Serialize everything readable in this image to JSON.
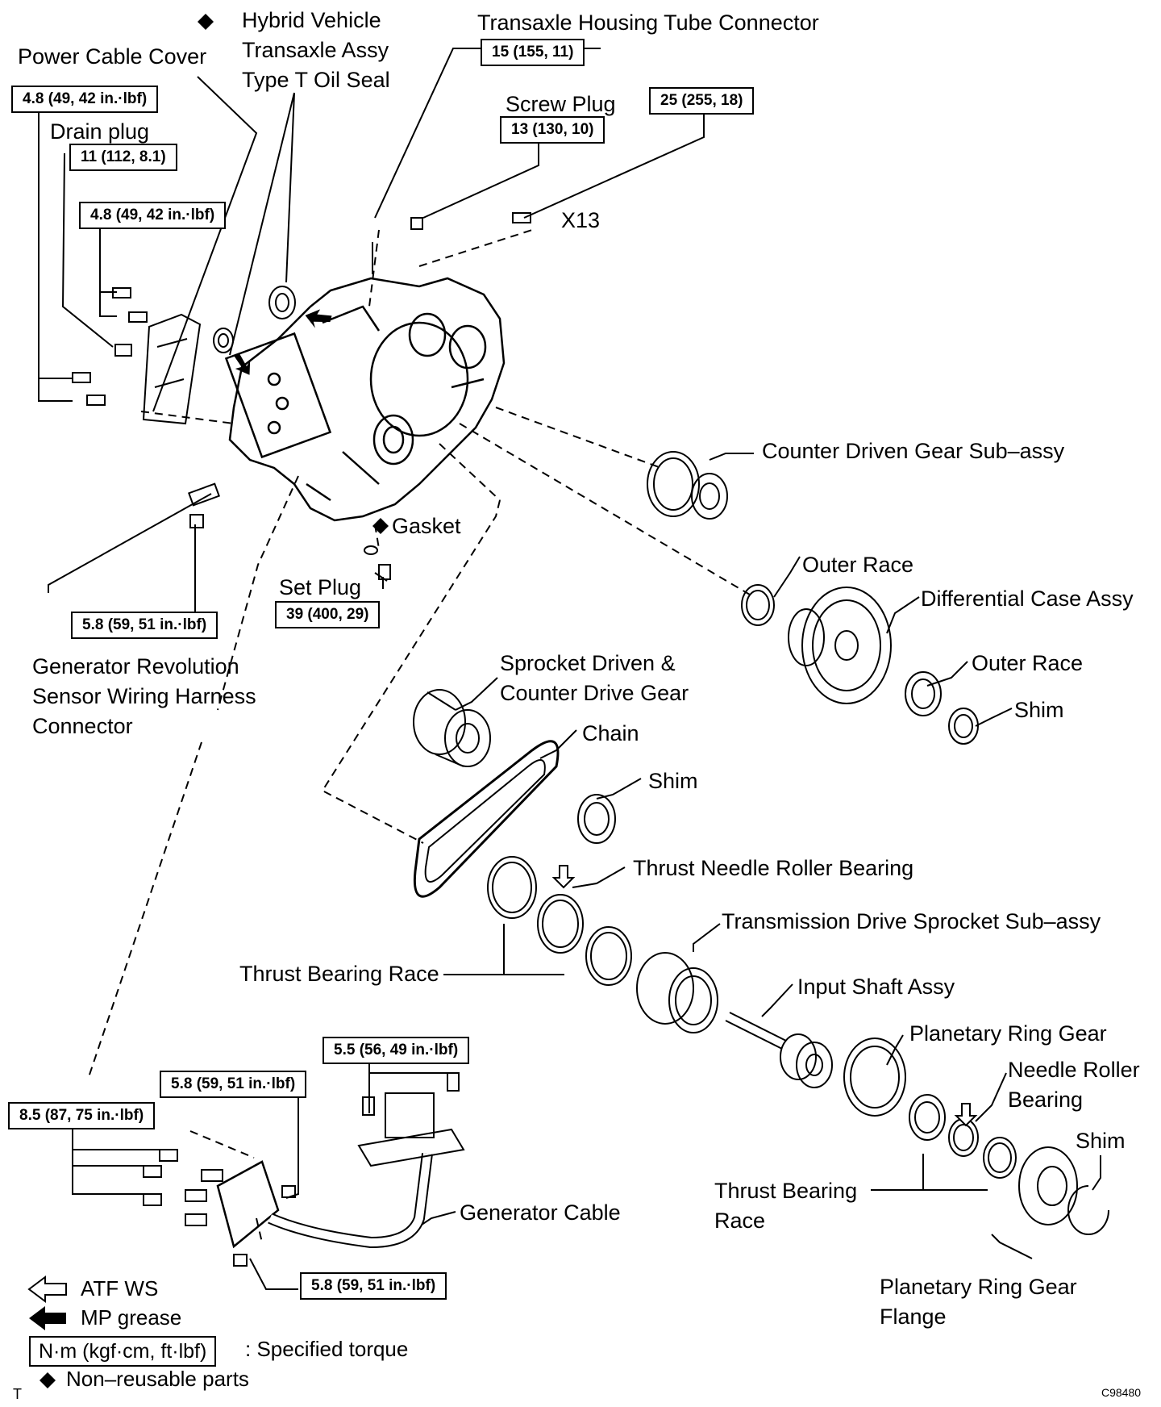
{
  "labels": {
    "transaxle_housing_tube_connector": "Transaxle Housing Tube Connector",
    "hybrid_seal_1": "Hybrid Vehicle",
    "hybrid_seal_2": "Transaxle Assy",
    "hybrid_seal_3": "Type T Oil Seal",
    "power_cable_cover": "Power Cable Cover",
    "drain_plug": "Drain plug",
    "screw_plug": "Screw Plug",
    "x13": "X13",
    "counter_driven_gear": "Counter Driven Gear Sub–assy",
    "gasket": "Gasket",
    "set_plug": "Set Plug",
    "outer_race_1": "Outer Race",
    "differential_case": "Differential Case Assy",
    "outer_race_2": "Outer Race",
    "shim_1": "Shim",
    "gen_rev_1": "Generator Revolution",
    "gen_rev_2": "Sensor Wiring Harness",
    "gen_rev_3": "Connector",
    "sprocket_driven_1": "Sprocket Driven &",
    "sprocket_driven_2": "Counter Drive Gear",
    "chain": "Chain",
    "shim_2": "Shim",
    "thrust_needle": "Thrust Needle Roller Bearing",
    "transmission_drive": "Transmission Drive Sprocket Sub–assy",
    "thrust_bearing_race_1": "Thrust Bearing Race",
    "input_shaft": "Input Shaft Assy",
    "planetary_ring_gear": "Planetary Ring Gear",
    "needle_roller_1": "Needle Roller",
    "needle_roller_2": "Bearing",
    "shim_3": "Shim",
    "thrust_bearing_race_2a": "Thrust Bearing",
    "thrust_bearing_race_2b": "Race",
    "generator_cable": "Generator Cable",
    "ring_gear_flange_1": "Planetary Ring Gear",
    "ring_gear_flange_2": "Flange"
  },
  "torques": {
    "t_15": "15 (155, 11)",
    "t_4_8_a": "4.8 (49, 42 in.·lbf)",
    "t_11": "11 (112, 8.1)",
    "t_4_8_b": "4.8 (49, 42 in.·lbf)",
    "t_13": "13 (130, 10)",
    "t_25": "25 (255, 18)",
    "t_5_8_a": "5.8 (59, 51 in.·lbf)",
    "t_39": "39 (400, 29)",
    "t_5_5": "5.5 (56, 49 in.·lbf)",
    "t_5_8_b": "5.8 (59, 51 in.·lbf)",
    "t_8_5": "8.5 (87, 75 in.·lbf)",
    "t_5_8_c": "5.8 (59, 51 in.·lbf)"
  },
  "legend": {
    "atf": "ATF WS",
    "mp_grease": "MP grease",
    "unit_box": "N·m (kgf·cm, ft·lbf)",
    "specified_torque": ": Specified torque",
    "non_reusable": "Non–reusable parts"
  },
  "corner": {
    "left_mark": "T",
    "figure_code": "C98480"
  }
}
